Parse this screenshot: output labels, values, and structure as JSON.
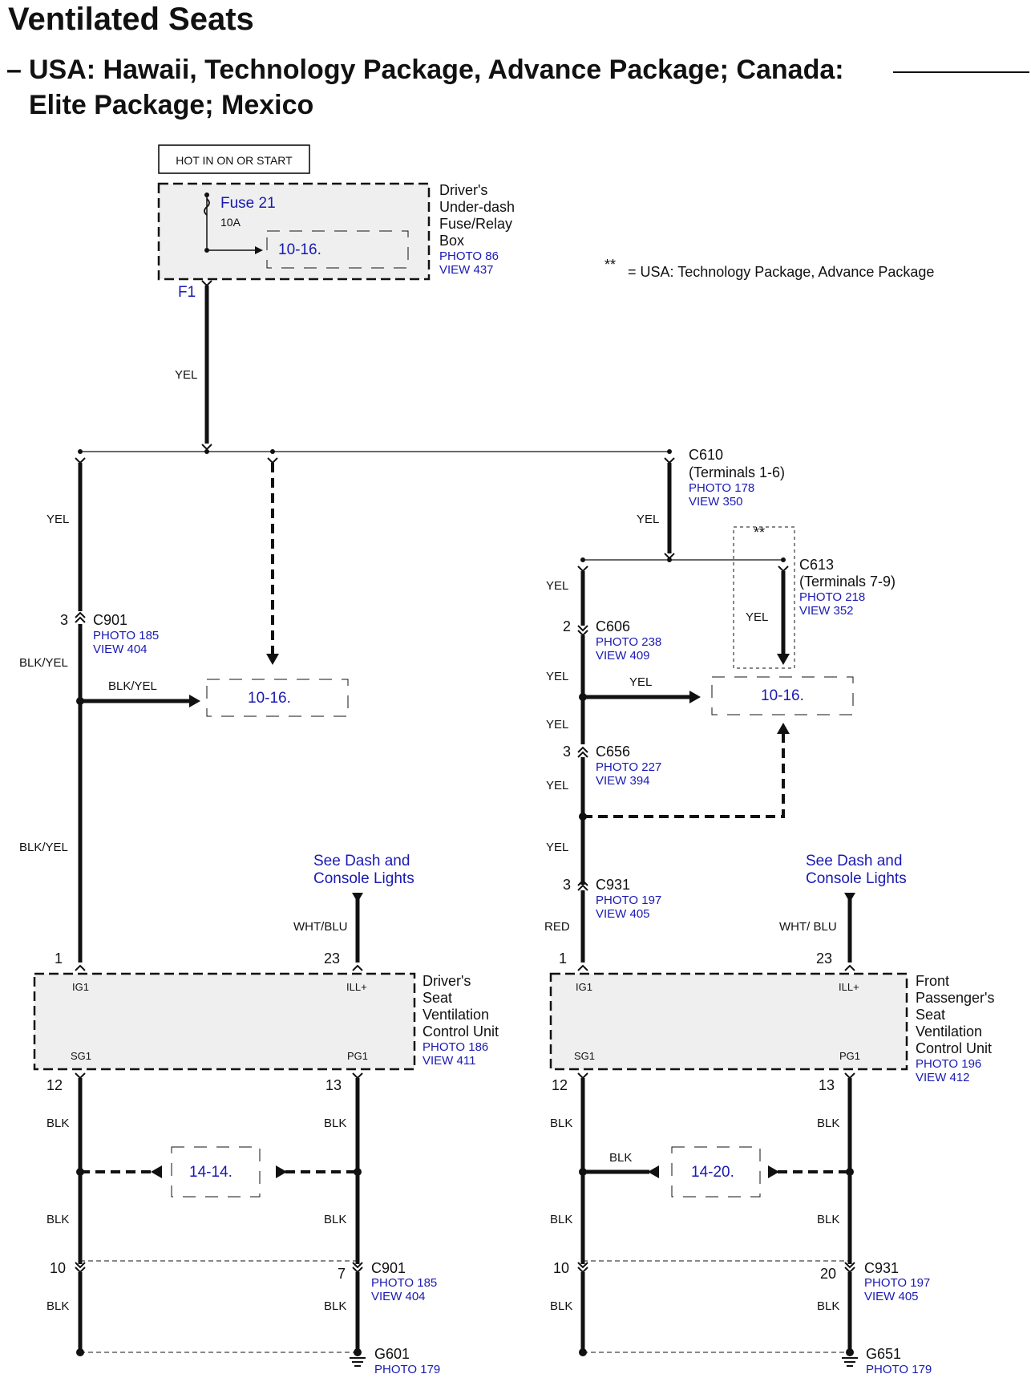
{
  "title": "Ventilated Seats",
  "subtitle_line1": "USA: Hawaii, Technology Package, Advance Package; Canada:",
  "subtitle_line2": "Elite Package; Mexico",
  "footnote": "= USA: Technology Package, Advance Package",
  "footnote_mark": "**",
  "hot_label": "HOT IN ON OR START",
  "fuse_box": {
    "fuse": "Fuse 21",
    "rating": "10A",
    "ref": "10-16.",
    "name": [
      "Driver's",
      "Under-dash",
      "Fuse/Relay",
      "Box"
    ],
    "photo": "PHOTO 86",
    "view": "VIEW 437",
    "terminal": "F1"
  },
  "wire_colors": {
    "yel": "YEL",
    "blk_yel": "BLK/YEL",
    "blk": "BLK",
    "red": "RED",
    "wht_blu": "WHT/BLU",
    "wht_blu_spaced": "WHT/ BLU"
  },
  "connectors": {
    "c610": {
      "name": "C610",
      "terminals": "(Terminals 1-6)",
      "photo": "PHOTO 178",
      "view": "VIEW 350"
    },
    "c613": {
      "name": "C613",
      "terminals": "(Terminals 7-9)",
      "photo": "PHOTO 218",
      "view": "VIEW 352"
    },
    "c901_top": {
      "name": "C901",
      "pin": "3",
      "photo": "PHOTO 185",
      "view": "VIEW 404"
    },
    "c606": {
      "name": "C606",
      "pin": "2",
      "photo": "PHOTO 238",
      "view": "VIEW 409"
    },
    "c656": {
      "name": "C656",
      "pin": "3",
      "photo": "PHOTO 227",
      "view": "VIEW 394"
    },
    "c931_top": {
      "name": "C931",
      "pin": "3",
      "photo": "PHOTO 197",
      "view": "VIEW 405"
    },
    "c901_bottom": {
      "name": "C901",
      "pin_left": "10",
      "pin_right": "7",
      "photo": "PHOTO 185",
      "view": "VIEW 404"
    },
    "c931_bottom": {
      "name": "C931",
      "pin_left": "10",
      "pin_right": "20",
      "photo": "PHOTO 197",
      "view": "VIEW 405"
    }
  },
  "refs": {
    "left_mid": "10-16.",
    "right_mid": "10-16.",
    "left_ground": "14-14.",
    "right_ground": "14-20."
  },
  "see_dash": [
    "See Dash and",
    "Console Lights"
  ],
  "driver_unit": {
    "name": [
      "Driver's",
      "Seat",
      "Ventilation",
      "Control Unit"
    ],
    "photo": "PHOTO 186",
    "view": "VIEW 411",
    "pins": {
      "ig1": "IG1",
      "ill": "ILL+",
      "sg1": "SG1",
      "pg1": "PG1"
    },
    "pin_nums": {
      "ig1": "1",
      "ill": "23",
      "sg1": "12",
      "pg1": "13"
    }
  },
  "passenger_unit": {
    "name": [
      "Front",
      "Passenger's",
      "Seat",
      "Ventilation",
      "Control Unit"
    ],
    "photo": "PHOTO 196",
    "view": "VIEW 412",
    "pins": {
      "ig1": "IG1",
      "ill": "ILL+",
      "sg1": "SG1",
      "pg1": "PG1"
    },
    "pin_nums": {
      "ig1": "1",
      "ill": "23",
      "sg1": "12",
      "pg1": "13"
    }
  },
  "grounds": {
    "g601": {
      "name": "G601",
      "photo": "PHOTO 179"
    },
    "g651": {
      "name": "G651",
      "photo": "PHOTO 179"
    }
  }
}
